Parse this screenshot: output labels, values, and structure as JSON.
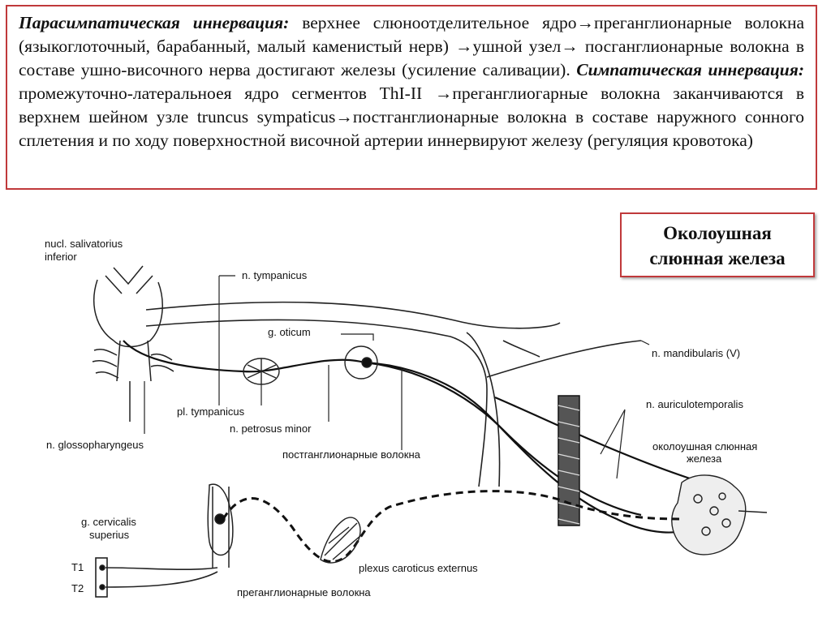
{
  "text_block": {
    "para_title": "Парасимпатическая иннервация:",
    "para_text": " верхнее слюноотделительное ядро→преганглионарные волокна (языкоглоточный, барабанный, малый каменистый нерв) →ушной узел→ посганглионарные волокна в составе ушно-височного нерва достигают железы (усиление саливации). ",
    "symp_title": "Симпатическая иннервация:",
    "symp_text": " промежуточно-латеральноея ядро сегментов ThI-II →преганглиогарные волокна заканчиваются в верхнем шейном узле truncus sympaticus→постганглионарные волокна в составе наружного сонного сплетения и по ходу поверхностной височной артерии иннервируют железу (регуляция кровотока)"
  },
  "gland_box": {
    "line1": "Околоушная",
    "line2": "слюнная  железа"
  },
  "labels": {
    "nucl1": "nucl. salivatorius",
    "nucl2": "inferior",
    "tympanicus": "n. tympanicus",
    "oticum": "g. oticum",
    "mandibularis": "n. mandibularis (V)",
    "auriculo": "n. auriculotemporalis",
    "gland1": "околоушная слюнная",
    "gland2": "железа",
    "pl_tymp": "pl. tympanicus",
    "petrosus": "n. petrosus minor",
    "glosso": "n. glossopharyngeus",
    "postgang": "постганглионарные волокна",
    "cerv1": "g. cervicalis",
    "cerv2": "superius",
    "plexus": "plexus caroticus externus",
    "t1": "T1",
    "t2": "T2",
    "pregang": "преганглионарные волокна"
  }
}
